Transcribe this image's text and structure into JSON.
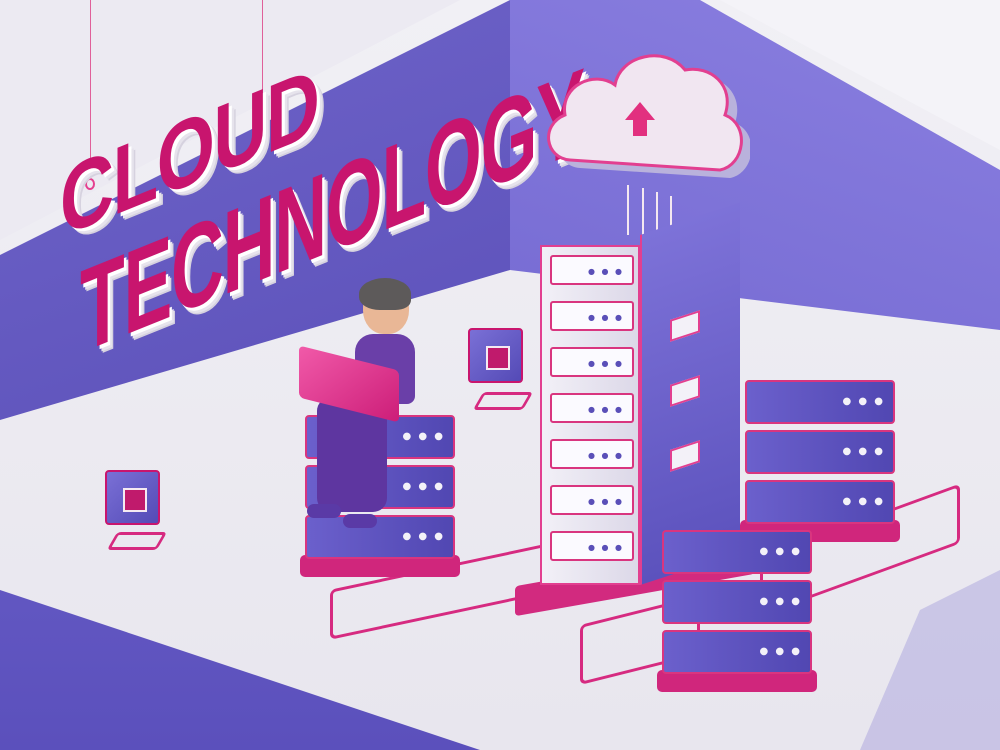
{
  "scene": {
    "description": "Isometric 3D illustration of cloud technology",
    "headline": {
      "line1": "CLOUD",
      "line2": "TECHNOLOGY"
    },
    "cloud_icon": {
      "symbol": "upload-arrow",
      "glyph": "⇧"
    },
    "server_rack_slots": 7,
    "server_stacks": [
      {
        "units": 3,
        "position": "left-person-seat"
      },
      {
        "units": 3,
        "position": "right-back"
      },
      {
        "units": 3,
        "position": "right-front"
      }
    ],
    "unit_indicator": "● ● ●",
    "colors": {
      "primary_magenta": "#c8156e",
      "accent_pink": "#e23f90",
      "wall_purple": "#5a4fb8",
      "wall_light_purple": "#7d72d8",
      "floor": "#f1f0f5"
    }
  }
}
